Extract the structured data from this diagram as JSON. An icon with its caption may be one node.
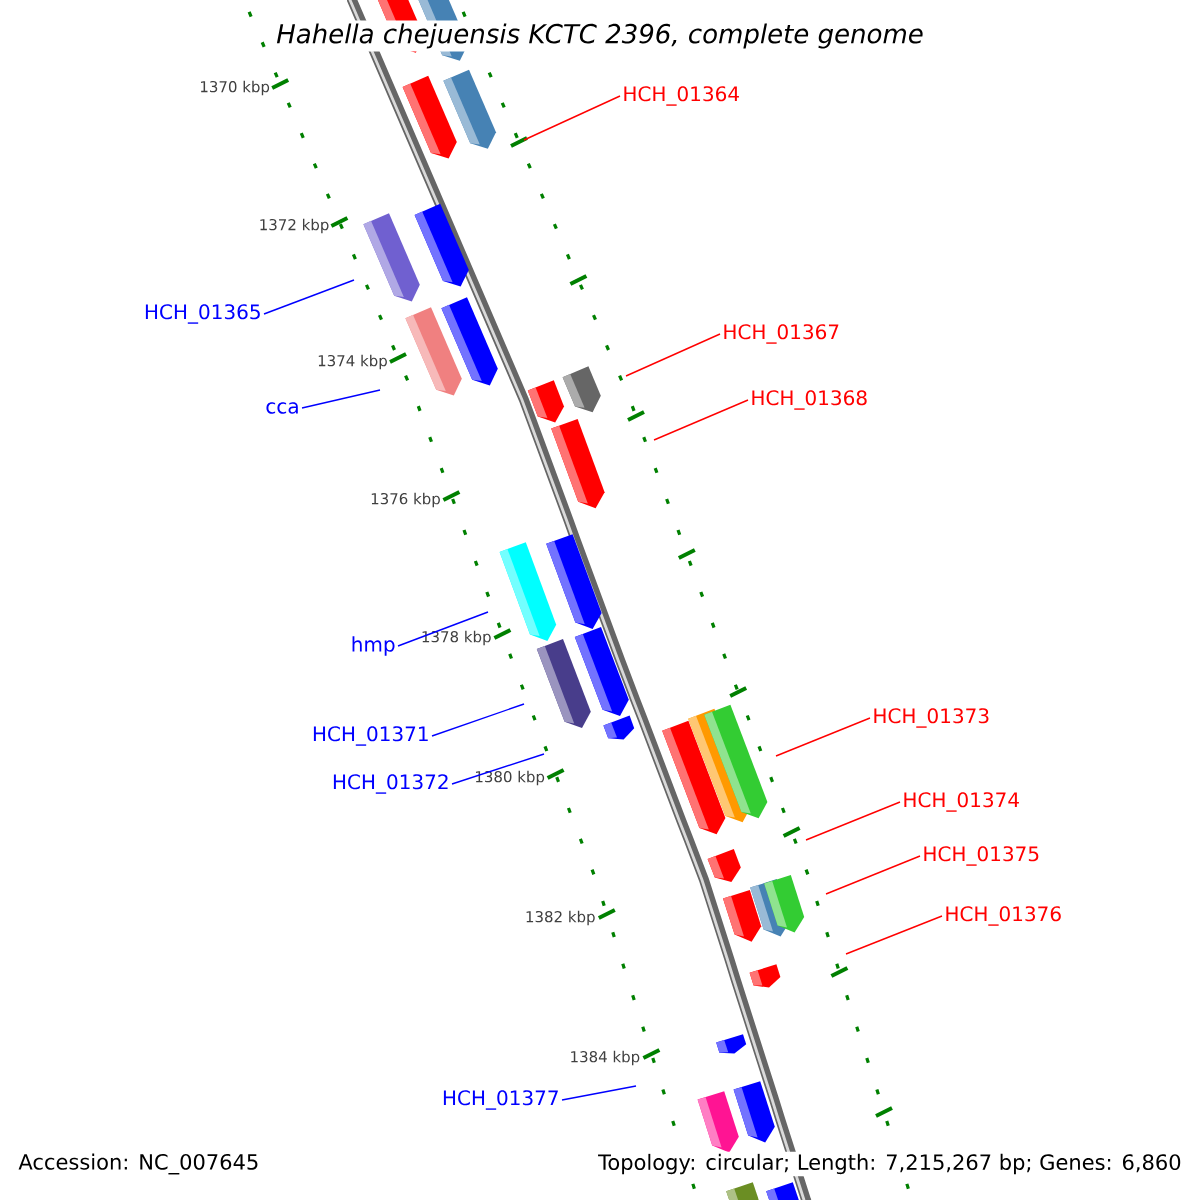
{
  "diagram": {
    "title": "Hahella chejuensis KCTC 2396, complete genome",
    "nodes": [
      {
        "text": [
          "HCH_01364"
        ]
      },
      {
        "text": [
          "HCH_01365"
        ]
      },
      {
        "text": [
          "HCH_01367"
        ]
      },
      {
        "text": [
          "HCH_01368"
        ]
      },
      {
        "text": [
          "cca"
        ]
      },
      {
        "text": [
          "hmp"
        ]
      },
      {
        "text": [
          "HCH_01371"
        ]
      },
      {
        "text": [
          "HCH_01372"
        ]
      },
      {
        "text": [
          "HCH_01373"
        ]
      },
      {
        "text": [
          "HCH_01374"
        ]
      },
      {
        "text": [
          "HCH_01375"
        ]
      },
      {
        "text": [
          "HCH_01376"
        ]
      },
      {
        "text": [
          "HCH_01377"
        ]
      }
    ],
    "edges": [
      {
        "from": 0,
        "to": null,
        "arrow": "none"
      },
      {
        "from": 1,
        "to": null,
        "arrow": "none",
        "color": "#0000ff"
      },
      {
        "from": 2,
        "to": null,
        "arrow": "none"
      },
      {
        "from": 3,
        "to": null,
        "arrow": "none"
      },
      {
        "from": 4,
        "to": null,
        "arrow": "none",
        "color": "#0000ff"
      },
      {
        "from": 5,
        "to": null,
        "arrow": "none",
        "color": "#0000ff"
      },
      {
        "from": 6,
        "to": null,
        "arrow": "none",
        "color": "#0000ff"
      },
      {
        "from": 7,
        "to": null,
        "arrow": "none",
        "color": "#0000ff"
      },
      {
        "from": 8,
        "to": null,
        "arrow": "none"
      },
      {
        "from": 9,
        "to": null,
        "arrow": "none"
      },
      {
        "from": 10,
        "to": null,
        "arrow": "none"
      },
      {
        "from": 11,
        "to": null,
        "arrow": "none"
      },
      {
        "from": 12,
        "to": null,
        "arrow": "none",
        "color": "#0000ff"
      }
    ],
    "labels": [
      "1370 kbp",
      "1372 kbp",
      "1374 kbp",
      "1376 kbp",
      "1378 kbp",
      "1380 kbp",
      "1382 kbp",
      "1384 kbp",
      "Accession: NC_007645",
      "Topology: circular; Length: 7,215,267 bp; Genes: 6,860"
    ]
  }
}
